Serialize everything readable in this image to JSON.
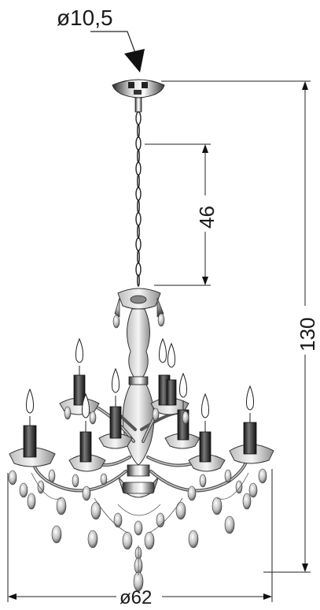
{
  "dimensions": {
    "mount_diameter": "ø10,5",
    "chain_length": "46",
    "total_height": "130",
    "overall_diameter": "ø62"
  }
}
